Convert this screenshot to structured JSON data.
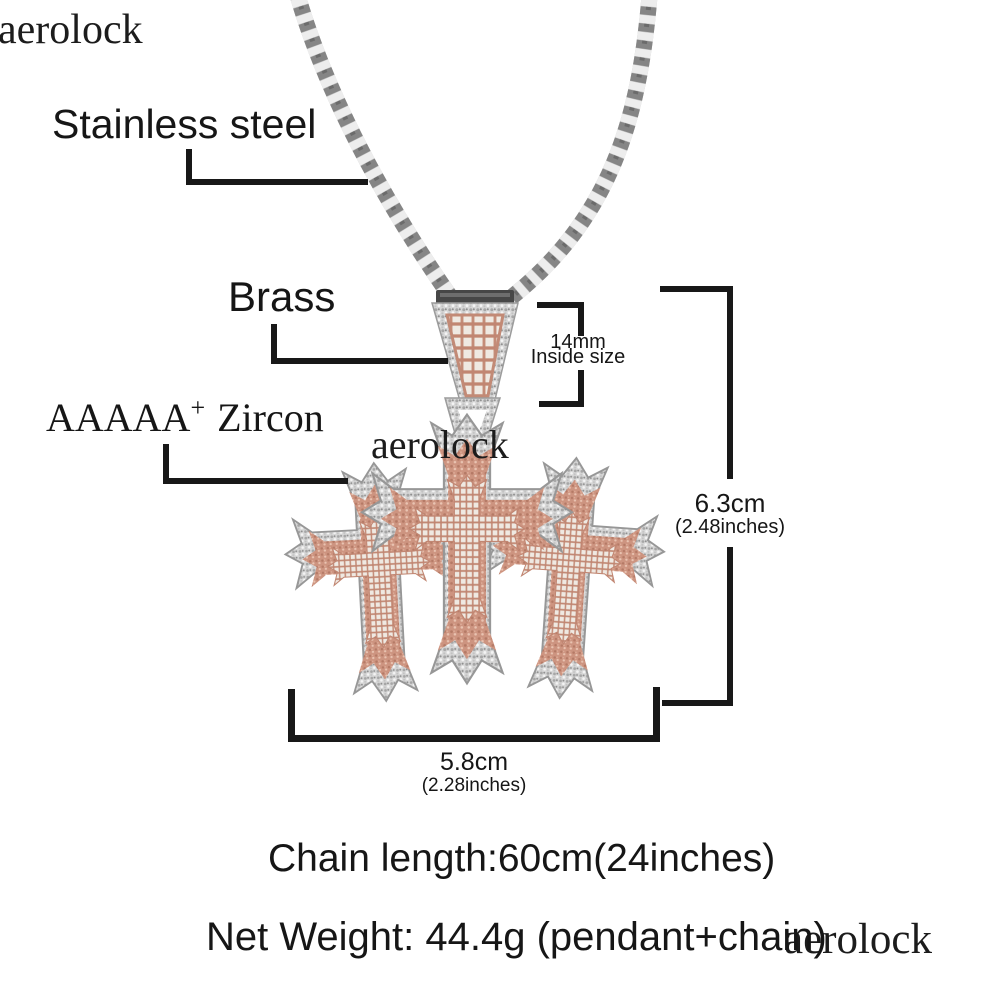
{
  "watermarks": {
    "top_left": "aerolock",
    "middle": "aerolock",
    "bottom_right": "aerolock"
  },
  "labels": {
    "chain_material": "Stainless steel",
    "bail_material": "Brass",
    "stone_grade": "AAAAA",
    "stone_grade_sup": "+",
    "stone_type": "Zircon"
  },
  "measurements": {
    "bail_inside": {
      "value": "14mm",
      "caption": "Inside size"
    },
    "pendant_height": {
      "cm": "6.3cm",
      "inches": "(2.48inches)"
    },
    "pendant_width": {
      "cm": "5.8cm",
      "inches": "(2.28inches)"
    }
  },
  "specs": {
    "chain_length": "Chain length:60cm(24inches)",
    "net_weight": "Net Weight: 44.4g (pendant+chain)"
  },
  "colors": {
    "text": "#161616",
    "line": "#181818",
    "silver_pave": "#d4d4d4",
    "silver_dark_speckle": "#8f8f8f",
    "rose_gold": "#cd9480",
    "baguette_white": "#efe9e2",
    "bail_bar_dark": "#474747"
  }
}
